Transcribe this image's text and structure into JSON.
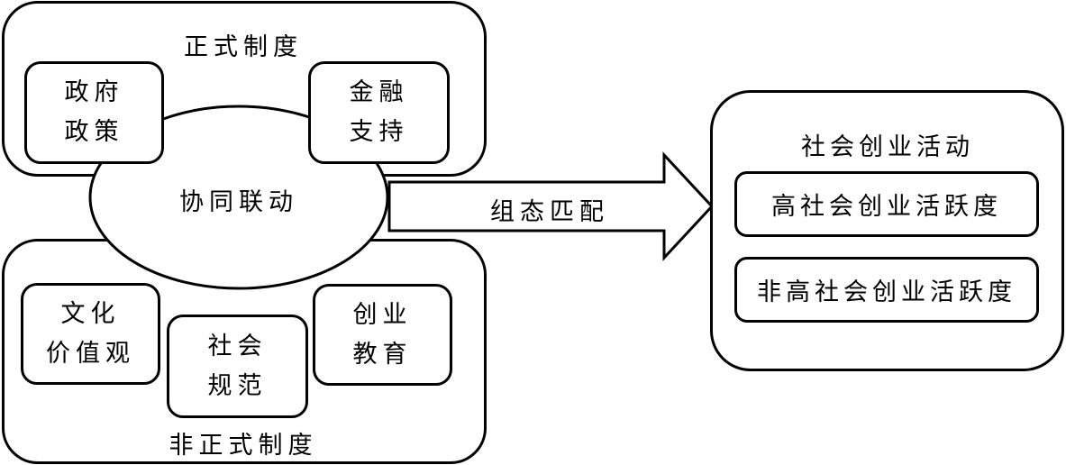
{
  "formal_institutions": {
    "title": "正式制度",
    "items": [
      {
        "line1": "政府",
        "line2": "政策"
      },
      {
        "line1": "金融",
        "line2": "支持"
      }
    ]
  },
  "synergy": {
    "label": "协同联动"
  },
  "informal_institutions": {
    "title": "非正式制度",
    "items": [
      {
        "line1": "文化",
        "line2": "价值观"
      },
      {
        "line1": "社会",
        "line2": "规范"
      },
      {
        "line1": "创业",
        "line2": "教育"
      }
    ]
  },
  "arrow": {
    "label": "组态匹配"
  },
  "outcome": {
    "title": "社会创业活动",
    "items": [
      {
        "label": "高社会创业活跃度"
      },
      {
        "label": "非高社会创业活跃度"
      }
    ]
  },
  "colors": {
    "stroke": "#000000",
    "fill": "#ffffff"
  }
}
